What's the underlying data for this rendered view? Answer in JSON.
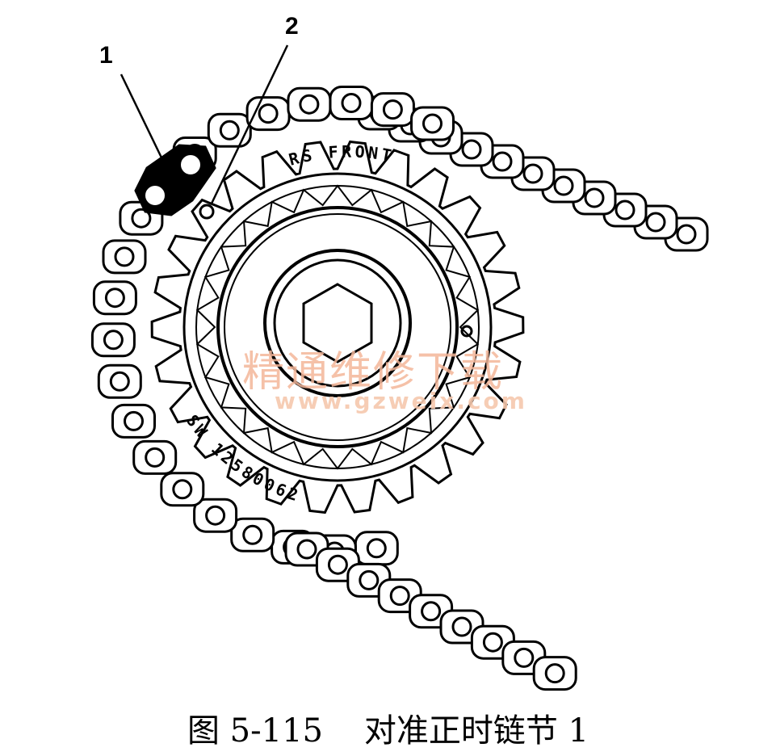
{
  "callouts": {
    "label_1": "1",
    "label_2": "2"
  },
  "sprocket_text": {
    "upper": "RS FRONT",
    "lower": "SW 12580062"
  },
  "watermark": {
    "chinese": "精通维修下载",
    "url": "www.gzweix.com"
  },
  "caption": {
    "figure_number": "图 5-115",
    "title": "对准正时链节 1"
  },
  "colors": {
    "line": "#000000",
    "watermark": "#f4b79a",
    "background": "#ffffff"
  }
}
